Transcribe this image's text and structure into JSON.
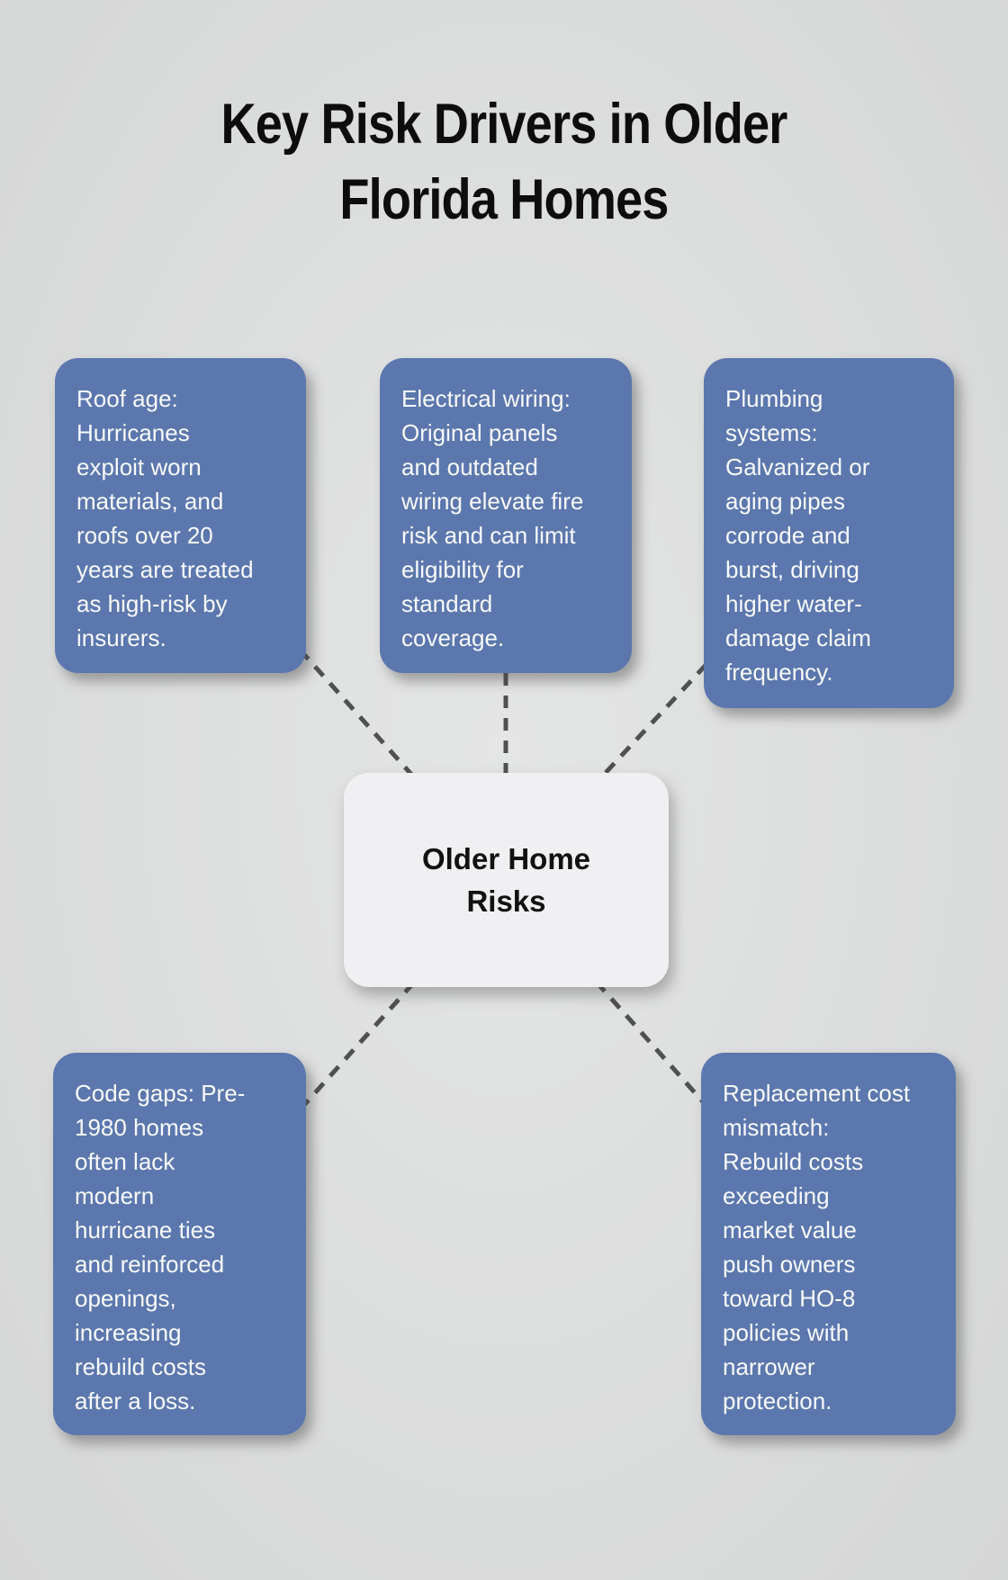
{
  "title": {
    "lines": [
      "Key Risk Drivers in Older",
      "Florida Homes"
    ]
  },
  "center_node": {
    "id": "older-home-risks",
    "lines": [
      "Older Home",
      "Risks"
    ]
  },
  "nodes": [
    {
      "id": "roof-age",
      "lines": [
        "Roof age:",
        "Hurricanes",
        "exploit worn",
        "materials, and",
        "roofs over 20",
        "years are treated",
        "as high-risk by",
        "insurers."
      ]
    },
    {
      "id": "electrical-wiring",
      "lines": [
        "Electrical wiring:",
        "Original panels",
        "and outdated",
        "wiring elevate fire",
        "risk and can limit",
        "eligibility for",
        "standard",
        "coverage."
      ]
    },
    {
      "id": "plumbing-systems",
      "lines": [
        "Plumbing",
        "systems:",
        "Galvanized or",
        "aging pipes",
        "corrode and",
        "burst, driving",
        "higher water-",
        "damage claim",
        "frequency."
      ]
    },
    {
      "id": "code-gaps",
      "lines": [
        "Code gaps: Pre-",
        "1980 homes",
        "often lack",
        "modern",
        "hurricane ties",
        "and reinforced",
        "openings,",
        "increasing",
        "rebuild costs",
        "after a loss."
      ]
    },
    {
      "id": "replacement-cost-mismatch",
      "lines": [
        "Replacement cost",
        "mismatch:",
        "Rebuild costs",
        "exceeding",
        "market value",
        "push owners",
        "toward HO-8",
        "policies with",
        "narrower",
        "protection."
      ]
    }
  ],
  "colors": {
    "background": "#dcdddd",
    "node_fill": "#5b77ad",
    "node_text": "#f8f9fb",
    "center_fill": "#f0f0f2",
    "center_text": "#111111",
    "connector": "#4f5052",
    "title_text": "#0d0d0d"
  }
}
